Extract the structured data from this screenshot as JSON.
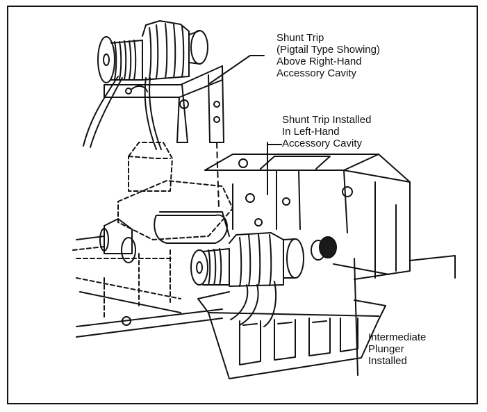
{
  "labels": {
    "shunt_trip_top": {
      "line1": "Shunt Trip",
      "line2": "(Pigtail Type Showing)",
      "line3": "Above Right-Hand",
      "line4": "Accessory Cavity"
    },
    "shunt_trip_installed": {
      "line1": "Shunt Trip Installed",
      "line2": "In Left-Hand",
      "line3": "Accessory Cavity"
    },
    "plunger": {
      "line1": "Intermediate",
      "line2": "Plunger",
      "line3": "Installed"
    }
  },
  "colors": {
    "ink": "#111111",
    "paper": "#ffffff",
    "shade": "#1a1a1a"
  }
}
